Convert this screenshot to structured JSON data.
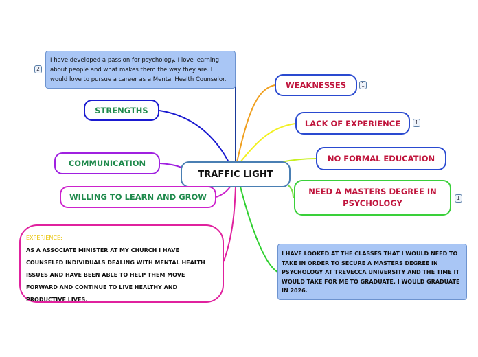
{
  "central": {
    "label": "TRAFFIC LIGHT"
  },
  "left": {
    "passion_note": "I have developed a passion for psychology.  I love learning about people and what makes them the way they are.  I would love to pursue a career as a Mental Health Counselor.",
    "passion_badge": "2",
    "strengths": "STRENGTHS",
    "communication": "COMMUNICATION",
    "willing": "WILLING TO LEARN AND GROW",
    "experience": {
      "heading": "EXPERIENCE:",
      "body": "AS A ASSOCIATE MINISTER AT MY CHURCH I HAVE COUNSELED INDIVIDUALS DEALING WITH MENTAL HEALTH ISSUES AND HAVE BEEN ABLE TO HELP THEM MOVE FORWARD AND CONTINUE TO LIVE HEALTHY AND PRODUCTIVE LIVES."
    }
  },
  "right": {
    "weaknesses": "WEAKNESSES",
    "weaknesses_badge": "1",
    "lack_experience": "LACK OF EXPERIENCE",
    "lack_experience_badge": "1",
    "no_formal_education": "NO FORMAL EDUCATION",
    "masters": "NEED A MASTERS DEGREE IN PSYCHOLOGY",
    "masters_badge": "1",
    "classes_note": "I HAVE LOOKED AT THE CLASSES THAT I WOULD NEED TO TAKE IN ORDER TO SECURE A MASTERS DEGREE IN PSYCHOLOGY AT TREVECCA UNIVERSITY AND THE TIME IT WOULD TAKE FOR ME TO GRADUATE.  I WOULD GRADUATE IN 2026."
  },
  "colors": {
    "strengths_link": "#1a1ad0",
    "communication_link": "#a020e0",
    "willing_link": "#cc22cc",
    "experience_link": "#e0219e",
    "passion_link": "#1a3a9a",
    "weaknesses_link": "#f0a020",
    "lack_link": "#f2f020",
    "noformal_link": "#c8f020",
    "masters_link": "#7ae040",
    "classes_link": "#30d030",
    "topic_text_left": "#1f8a4c",
    "topic_text_right": "#c0143c"
  }
}
